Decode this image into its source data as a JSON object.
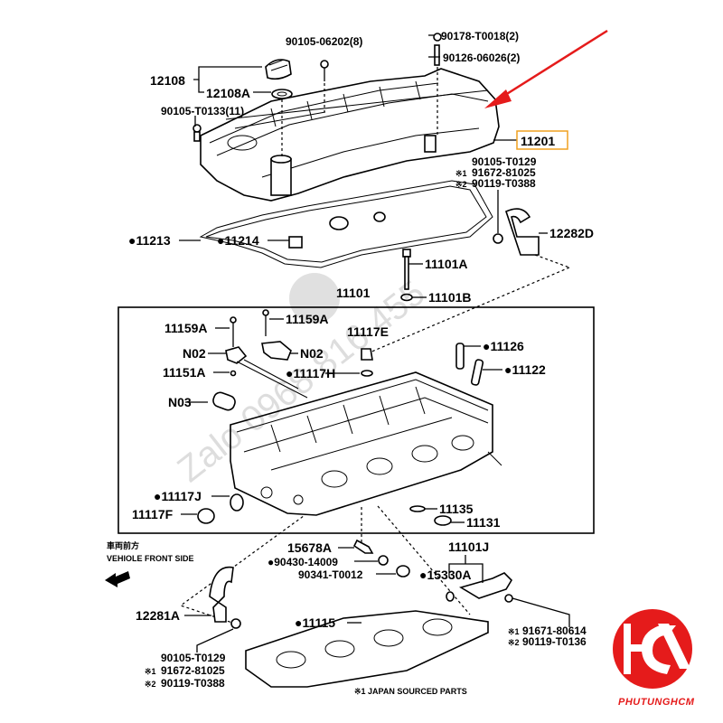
{
  "diagram": {
    "title": "Cylinder Head & Cylinder Head Cover Parts",
    "highlighted_part": "11201",
    "accent_color": "#e51b1b",
    "highlight_box_color": "#f0a020",
    "labels": {
      "p90105_06202": "90105-06202(8)",
      "p90178_t0018": "90178-T0018(2)",
      "p90126_06026": "90126-06026(2)",
      "p12108": "12108",
      "p12108a": "12108A",
      "p90105_t0133": "90105-T0133(11)",
      "p11201": "11201",
      "p90105_t0129_top": "90105-T0129",
      "p91672_81025_top": "91672-81025",
      "p90119_t0388_top": "90119-T0388",
      "p12282d": "12282D",
      "p11213": "●11213",
      "p11214": "●11214",
      "p11101a": "11101A",
      "p11101": "11101",
      "p11101b": "11101B",
      "p11159a_left": "11159A",
      "p11159a_right": "11159A",
      "p11117e": "11117E",
      "p11126": "●11126",
      "p11122": "●11122",
      "p_n02_left": "N02",
      "p_n02_right": "N02",
      "p11151a": "11151A",
      "p11117h": "●11117H",
      "p_n03": "N03",
      "p11117j": "●11117J",
      "p11117f": "11117F",
      "p11135": "11135",
      "p11131": "11131",
      "p15678a": "15678A",
      "p90430_14009": "●90430-14009",
      "p90341_t0012": "90341-T0012",
      "p11101j": "11101J",
      "p15330a": "●15330A",
      "p12281a": "12281A",
      "p11115": "●11115",
      "p91671_80614": "91671-80614",
      "p90119_t0136": "90119-T0136",
      "p90105_t0129_bot": "90105-T0129",
      "p91672_81025_bot": "91672-81025",
      "p90119_t0388_bot": "90119-T0388"
    },
    "note_marks": {
      "mark1": "※1",
      "mark2": "※2"
    },
    "front_side": {
      "jp": "車両前方",
      "en": "VEHIOLE FRONT SIDE"
    },
    "footnote": "※1 JAPAN SOURCED PARTS",
    "watermark": "Zalo 0968 816 455",
    "brand": {
      "name": "PHUTUNGHCM",
      "mark": "HCM",
      "color": "#e51b1b"
    }
  }
}
